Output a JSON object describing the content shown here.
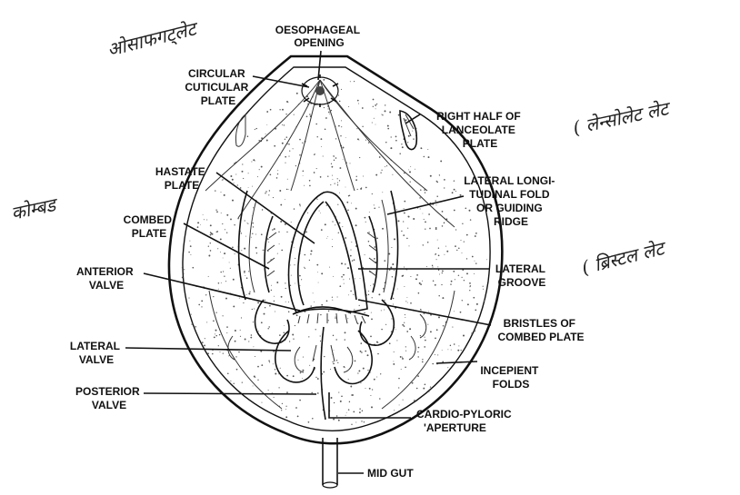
{
  "labels": {
    "oesophageal_opening": [
      "OESOPHAGEAL",
      "OPENING"
    ],
    "circular_cuticular_plate": [
      "CIRCULAR",
      "CUTICULAR",
      "PLATE"
    ],
    "right_half_lanceolate_plate": [
      "RIGHT  HALF  OF",
      "LANCEOLATE",
      "PLATE"
    ],
    "hastate_plate": [
      "HASTATE",
      "PLATE"
    ],
    "lateral_longitudinal_fold": [
      "LATERAL LONGI-",
      "TUDINAL  FOLD",
      "OR GUIDING",
      "RIDGE"
    ],
    "combed_plate": [
      "COMBED",
      "PLATE"
    ],
    "anterior_valve": [
      "ANTERIOR",
      "VALVE"
    ],
    "lateral_groove": [
      "LATERAL",
      "GROOVE"
    ],
    "bristles_combed_plate": [
      "BRISTLES   OF",
      "COMBED PLATE"
    ],
    "lateral_valve": [
      "LATERAL",
      "VALVE"
    ],
    "incipient_folds": [
      "INCEPIENT",
      "FOLDS"
    ],
    "posterior_valve": [
      "POSTERIOR",
      "VALVE"
    ],
    "cardio_pyloric_aperture": [
      "CARDIO-PYLORIC",
      "'APERTURE"
    ],
    "mid_gut": [
      "MID GUT"
    ]
  },
  "annotations": {
    "top_left": "ओसाफगट्लेट",
    "right_top": "( लेन्सोलेट लेट",
    "left_mid": "कोम्बड",
    "right_mid": "( ब्रिस्टल लेट"
  }
}
